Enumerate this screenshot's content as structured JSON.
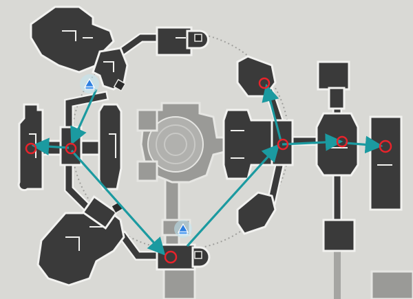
{
  "map": {
    "background_color": "#d9d9d5",
    "room_color": "#3a3a3a",
    "route_color": "#1b9aa0",
    "marker_color": "#e8232b",
    "markers": [
      {
        "id": "west-room"
      },
      {
        "id": "west-hub"
      },
      {
        "id": "south-room"
      },
      {
        "id": "northeast-room"
      },
      {
        "id": "east-junction"
      },
      {
        "id": "east-hub"
      },
      {
        "id": "far-east-room"
      }
    ],
    "waypoint_icons": [
      {
        "id": "north-west-waypoint",
        "icon": "teleport-anchor-icon"
      },
      {
        "id": "south-waypoint",
        "icon": "teleport-anchor-icon"
      }
    ]
  }
}
